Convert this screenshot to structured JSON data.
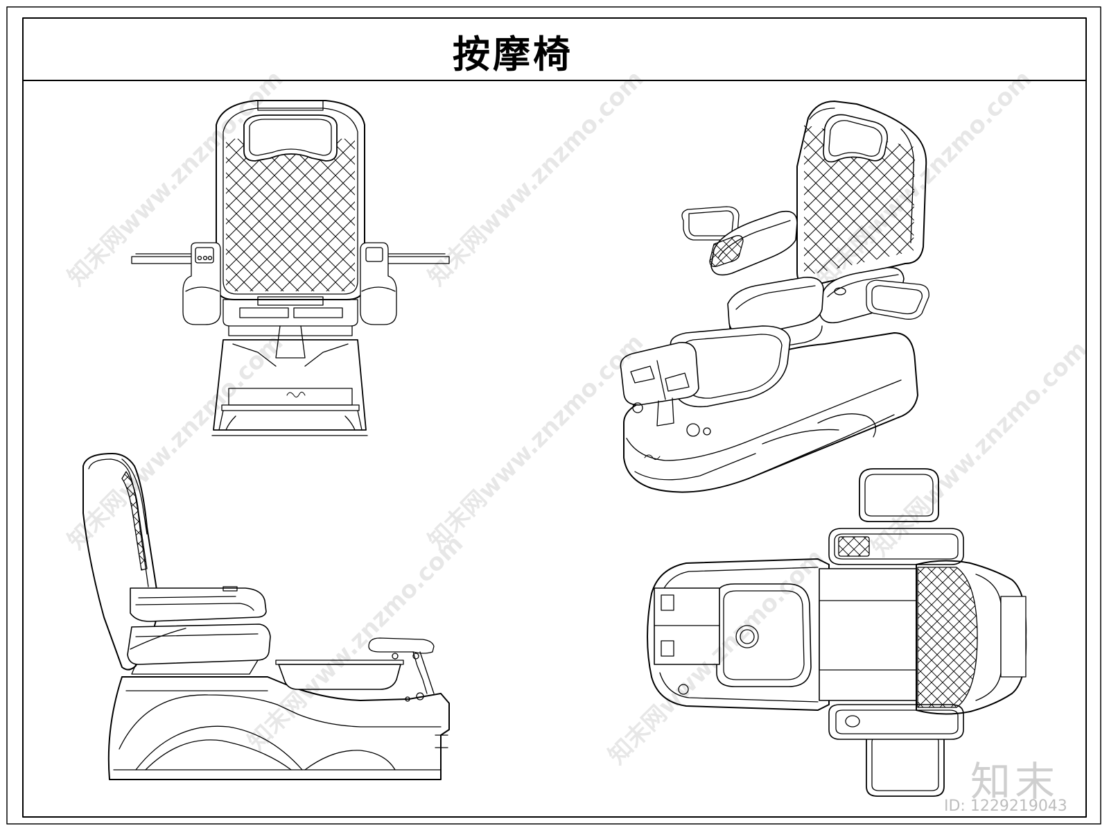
{
  "title": "按摩椅",
  "watermark": {
    "text": "知末网www.znzmo.com",
    "brand": "知末",
    "id_label": "ID: 1229219043"
  },
  "views": [
    {
      "name": "front-view"
    },
    {
      "name": "perspective-view"
    },
    {
      "name": "side-view"
    },
    {
      "name": "top-view"
    }
  ],
  "colors": {
    "line": "#000000",
    "background": "#ffffff",
    "watermark": "#bdbdbd"
  }
}
